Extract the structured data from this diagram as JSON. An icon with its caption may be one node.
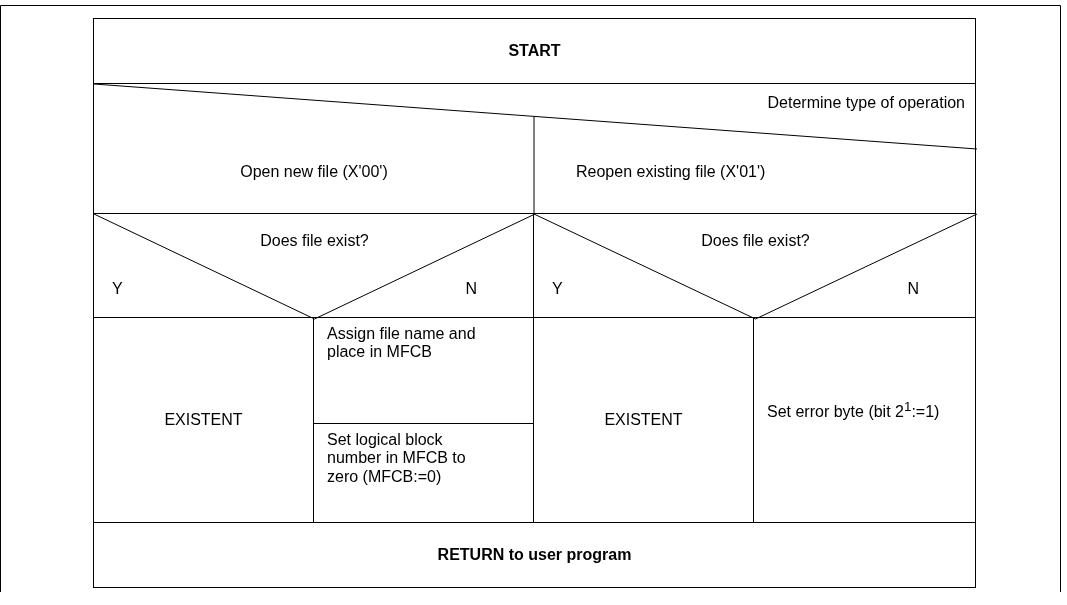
{
  "diagram": {
    "nodes": [
      {
        "text": [
          "START"
        ]
      },
      {
        "text": [
          "Determine type of operation"
        ]
      },
      {
        "text": [
          "Open new file (X'00')"
        ],
        "in": 1
      },
      {
        "text": [
          "Reopen existing file (X'01')"
        ],
        "in": 1
      },
      {
        "text": [
          "Does file exist?",
          "Y",
          "N"
        ]
      },
      {
        "text": [
          "Does file exist?",
          "Y",
          "N"
        ]
      },
      {
        "text": [
          "EXISTENT"
        ]
      },
      {
        "text": [
          "Assign file name and place in MFCB"
        ]
      },
      {
        "text": [
          "Set logical block number in MFCB to zero (MFCB:=0)"
        ]
      },
      {
        "text": [
          "EXISTENT"
        ]
      },
      {
        "text": [
          "Set error byte (bit 2$^{1}$:=1)"
        ]
      },
      {
        "text": [
          "RETURN to user program"
        ]
      }
    ]
  }
}
